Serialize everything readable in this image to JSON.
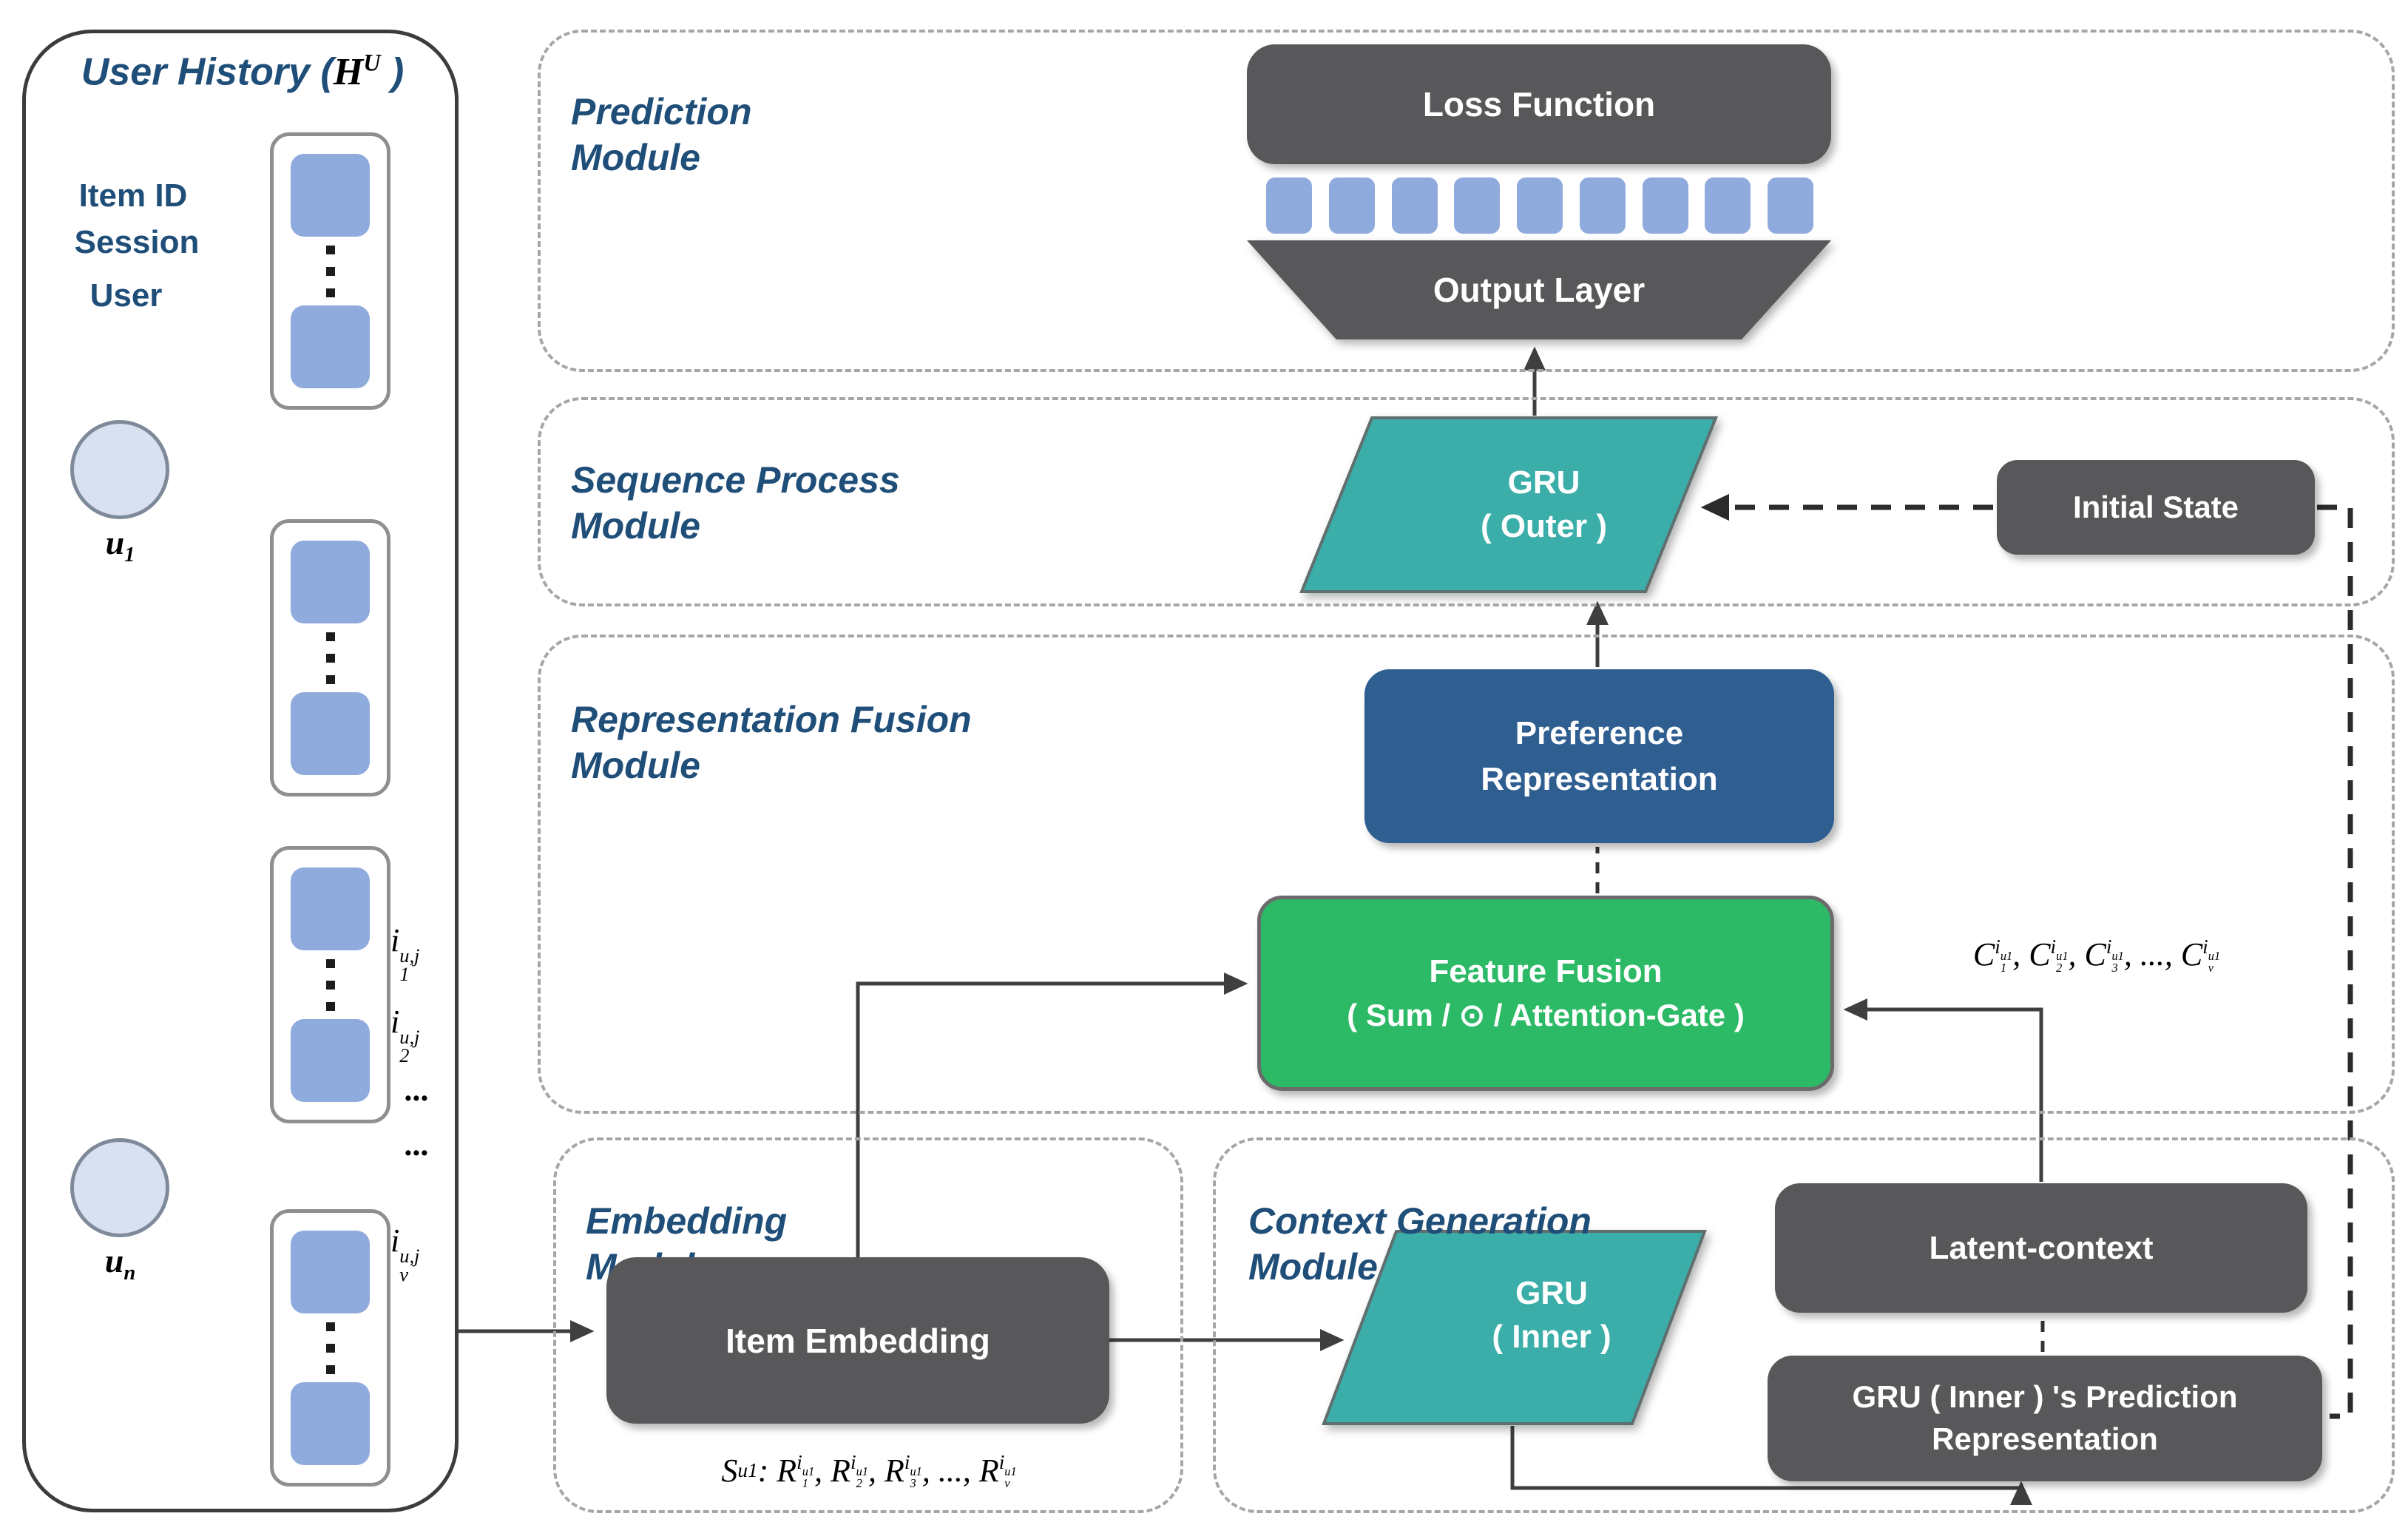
{
  "user_history": {
    "title_prefix": "User History (",
    "title_math": "H^{U}",
    "title_suffix": " )",
    "field_labels": {
      "item_id": "Item ID",
      "session": "Session",
      "user": "User"
    },
    "user_nodes": {
      "first": "u_{1}",
      "last": "u_{n}"
    },
    "item_labels": {
      "i1": "i_{1}^{u,j}",
      "i2": "i_{2}^{u,j}",
      "ellipsis1": "...",
      "ellipsis2": "...",
      "iv": "i_{v}^{u,j}"
    },
    "session_group_count": 4
  },
  "modules": {
    "prediction": {
      "line1": "Prediction",
      "line2": "Module"
    },
    "sequence": {
      "line1": "Sequence Process",
      "line2": "Module"
    },
    "fusion": {
      "line1": "Representation Fusion",
      "line2": "Module"
    },
    "embedding": {
      "line1": "Embedding",
      "line2": "Module"
    },
    "context": {
      "line1": "Context Generation",
      "line2": "Module"
    }
  },
  "nodes": {
    "loss_function": "Loss Function",
    "output_layer": "Output Layer",
    "gru_outer_line1": "GRU",
    "gru_outer_line2": "( Outer )",
    "initial_state": "Initial State",
    "preference_line1": "Preference",
    "preference_line2": "Representation",
    "feature_fusion_line1": "Feature Fusion",
    "feature_fusion_line2": "( Sum / ⊙ / Attention-Gate )",
    "item_embedding": "Item Embedding",
    "gru_inner_line1": "GRU",
    "gru_inner_line2": "( Inner )",
    "latent_context": "Latent-context",
    "gru_inner_pred_line1": "GRU ( Inner ) 's Prediction",
    "gru_inner_pred_line2": "Representation"
  },
  "formulas": {
    "context_c": "C_{i_{1}^{u1}}, C_{i_{2}^{u1}}, C_{i_{3}^{u1}},  ..., C_{i_{v}^{u1}}",
    "session_s": "S^{u1} :  R_{i_{1}^{u1}}, R_{i_{2}^{u1}}, R_{i_{3}^{u1}},  ..., R_{i_{v}^{u1}}"
  },
  "prediction": {
    "square_count": 9
  },
  "colors": {
    "dark": "#58585B",
    "teal": "#3BAEA9",
    "blue": "#2F5E91",
    "green": "#2DBA66",
    "lightblue": "#8FAADC",
    "navy": "#1F4E79",
    "line": "#3F3F3F",
    "dash": "#A6A6A6",
    "circle": "#D9E1F0",
    "circleborder": "#7E8A99",
    "sessionborder": "#8F8F8F",
    "panelborder": "#3C3C3C"
  }
}
